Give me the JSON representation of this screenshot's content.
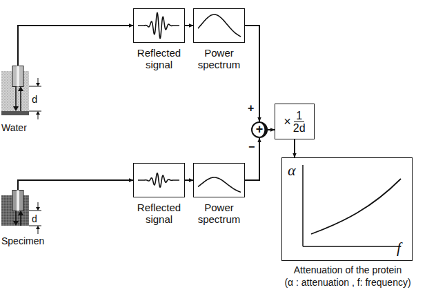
{
  "diagram": {
    "nodes": [
      {
        "text": [
          "Water"
        ]
      },
      {
        "text": [
          "Reflected signal"
        ]
      },
      {
        "text": [
          "Power spectrum"
        ]
      },
      {
        "text": [
          "+"
        ]
      },
      {
        "text": [
          "×",
          "1",
          "2d"
        ]
      },
      {
        "text": [
          "α",
          "f",
          "Attenuation of the protein",
          "(α : attenuation , f: frequency)"
        ]
      },
      {
        "text": [
          "Specimen"
        ]
      },
      {
        "text": [
          "Reflected signal"
        ]
      },
      {
        "text": [
          "Power spectrum"
        ]
      }
    ],
    "edges": [
      {
        "from": 0,
        "to": 1,
        "arrow": "to"
      },
      {
        "from": 1,
        "to": 2,
        "arrow": "to"
      },
      {
        "from": 2,
        "to": 3,
        "arrow": "to"
      },
      {
        "from": 3,
        "to": 4,
        "arrow": "to"
      },
      {
        "from": 4,
        "to": 5,
        "arrow": "to"
      },
      {
        "from": 6,
        "to": 7,
        "arrow": "to"
      },
      {
        "from": 7,
        "to": 8,
        "arrow": "to"
      },
      {
        "from": 8,
        "to": 3,
        "arrow": "to"
      }
    ],
    "labels": [
      "+",
      "−",
      "d",
      "d"
    ]
  }
}
